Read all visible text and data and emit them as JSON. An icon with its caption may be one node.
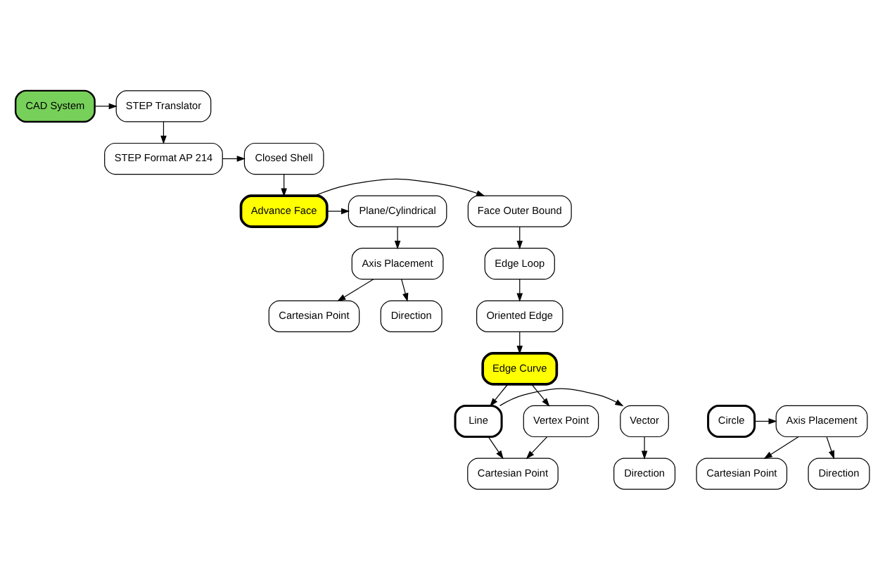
{
  "diagram": {
    "nodes": [
      {
        "text": [
          "CAD System"
        ]
      },
      {
        "text": [
          "STEP Translator"
        ]
      },
      {
        "text": [
          "STEP Format AP 214"
        ]
      },
      {
        "text": [
          "Closed Shell"
        ]
      },
      {
        "text": [
          "Advance Face"
        ]
      },
      {
        "text": [
          "Face Outer Bound"
        ]
      },
      {
        "text": [
          "Plane/Cylindrical"
        ]
      },
      {
        "text": [
          "Edge Loop"
        ]
      },
      {
        "text": [
          "Axis Placement"
        ]
      },
      {
        "text": [
          "Cartesian Point"
        ]
      },
      {
        "text": [
          "Direction"
        ]
      },
      {
        "text": [
          "Oriented Edge"
        ]
      },
      {
        "text": [
          "Edge Curve"
        ]
      },
      {
        "text": [
          "Vertex Point"
        ]
      },
      {
        "text": [
          "Line"
        ]
      },
      {
        "text": [
          "Vector"
        ]
      },
      {
        "text": [
          "Cartesian Point"
        ]
      },
      {
        "text": [
          "Direction"
        ]
      },
      {
        "text": [
          "Circle"
        ]
      },
      {
        "text": [
          "Axis Placement"
        ]
      },
      {
        "text": [
          "Cartesian Point"
        ]
      },
      {
        "text": [
          "Direction"
        ]
      }
    ],
    "edges": [
      {
        "from": 0,
        "to": 1,
        "arrow": "to"
      },
      {
        "from": 1,
        "to": 2,
        "arrow": "to"
      },
      {
        "from": 2,
        "to": 3,
        "arrow": "to"
      },
      {
        "from": 3,
        "to": 4,
        "arrow": "to"
      },
      {
        "from": 4,
        "to": 5,
        "arrow": "to"
      },
      {
        "from": 4,
        "to": 6,
        "arrow": "to"
      },
      {
        "from": 5,
        "to": 7,
        "arrow": "to"
      },
      {
        "from": 6,
        "to": 8,
        "arrow": "to"
      },
      {
        "from": 8,
        "to": 9,
        "arrow": "to"
      },
      {
        "from": 8,
        "to": 10,
        "arrow": "to"
      },
      {
        "from": 7,
        "to": 11,
        "arrow": "to"
      },
      {
        "from": 11,
        "to": 12,
        "arrow": "to"
      },
      {
        "from": 12,
        "to": 13,
        "arrow": "to"
      },
      {
        "from": 12,
        "to": 14,
        "arrow": "to"
      },
      {
        "from": 14,
        "to": 15,
        "arrow": "to"
      },
      {
        "from": 14,
        "to": 16,
        "arrow": "to"
      },
      {
        "from": 13,
        "to": 16,
        "arrow": "to"
      },
      {
        "from": 15,
        "to": 17,
        "arrow": "to"
      },
      {
        "from": 18,
        "to": 19,
        "arrow": "to"
      },
      {
        "from": 19,
        "to": 20,
        "arrow": "to"
      },
      {
        "from": 19,
        "to": 21,
        "arrow": "to"
      }
    ]
  }
}
